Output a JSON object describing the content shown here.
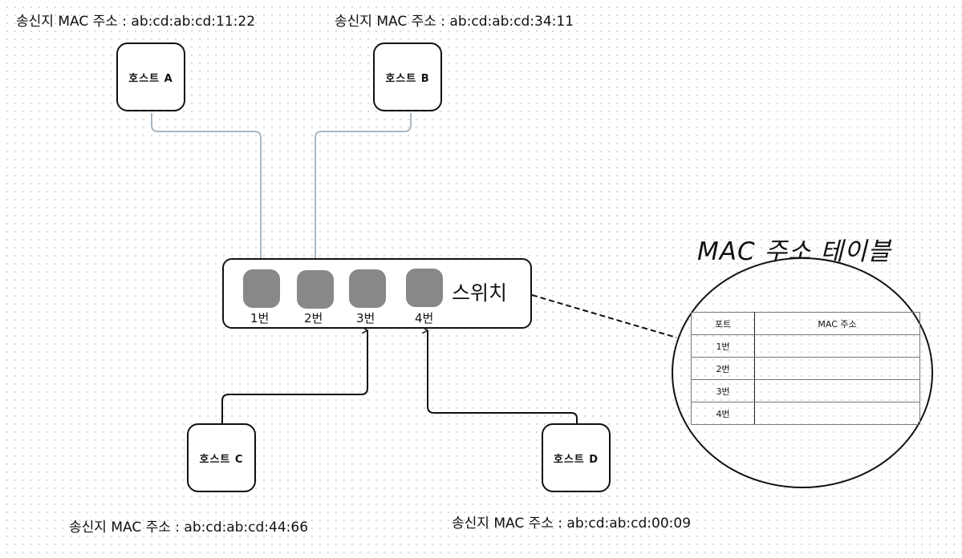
{
  "hosts": [
    {
      "id": "A",
      "label": "호스트 A",
      "mac_label": "송신지 MAC 주소 : ab:cd:ab:cd:11:22",
      "port": "1번"
    },
    {
      "id": "B",
      "label": "호스트 B",
      "mac_label": "송신지 MAC 주소 : ab:cd:ab:cd:34:11",
      "port": "2번"
    },
    {
      "id": "C",
      "label": "호스트 C",
      "mac_label": "송신지 MAC 주소 : ab:cd:ab:cd:44:66",
      "port": "3번"
    },
    {
      "id": "D",
      "label": "호스트 D",
      "mac_label": "송신지 MAC 주소 : ab:cd:ab:cd:00:09",
      "port": "4번"
    }
  ],
  "switch": {
    "label": "스위치",
    "ports": [
      "1번",
      "2번",
      "3번",
      "4번"
    ]
  },
  "mac_table": {
    "title": "MAC 주소 테이블",
    "headers": [
      "포트",
      "MAC 주소"
    ],
    "rows": [
      {
        "port": "1번",
        "mac": ""
      },
      {
        "port": "2번",
        "mac": ""
      },
      {
        "port": "3번",
        "mac": ""
      },
      {
        "port": "4번",
        "mac": ""
      }
    ]
  },
  "colors": {
    "upper_link": "#a9b7c2",
    "lower_link": "#111111",
    "port_fill": "#888888"
  }
}
